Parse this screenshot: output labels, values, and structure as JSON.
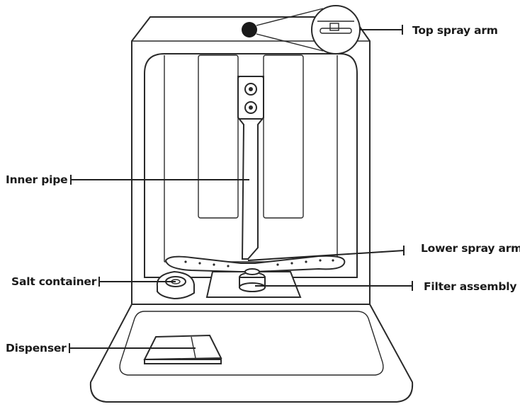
{
  "labels": {
    "top_spray_arm": "Top spray arm",
    "inner_pipe": "Inner pipe",
    "lower_spray_arm": "Lower spray arm",
    "salt_container": "Salt container",
    "filter_assembly": "Filter assembly",
    "dispenser": "Dispenser"
  }
}
